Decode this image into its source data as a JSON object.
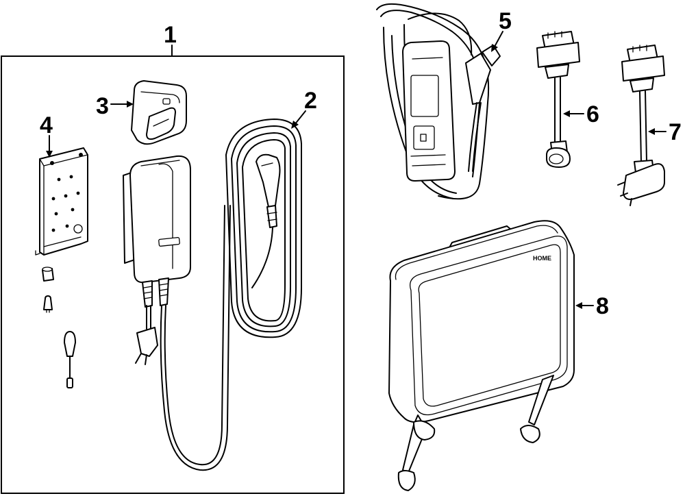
{
  "diagram": {
    "callouts": {
      "c1": "1",
      "c2": "2",
      "c3": "3",
      "c4": "4",
      "c5": "5",
      "c6": "6",
      "c7": "7",
      "c8": "8"
    },
    "parts": {
      "charger_badge": "",
      "case_logo": "HOME"
    }
  }
}
